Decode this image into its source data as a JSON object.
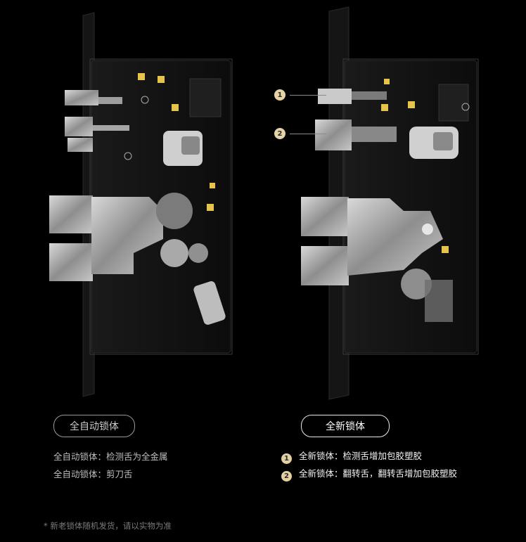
{
  "left": {
    "title": "全自动锁体",
    "lines": [
      "全自动锁体：检测舌为全金属",
      "全自动锁体：剪刀舌"
    ]
  },
  "right": {
    "title": "全新锁体",
    "lines": [
      {
        "marker": "1",
        "text": "全新锁体：检测舌增加包胶塑胶"
      },
      {
        "marker": "2",
        "text": "全新锁体：翻转舌，翻转舌增加包胶塑胶"
      }
    ],
    "callouts": [
      "1",
      "2"
    ]
  },
  "footnote": "* 新老锁体随机发货，请以实物为准",
  "colors": {
    "background": "#000000",
    "marker": "#e3cfa4",
    "accent_yellow": "#e6c34a"
  }
}
